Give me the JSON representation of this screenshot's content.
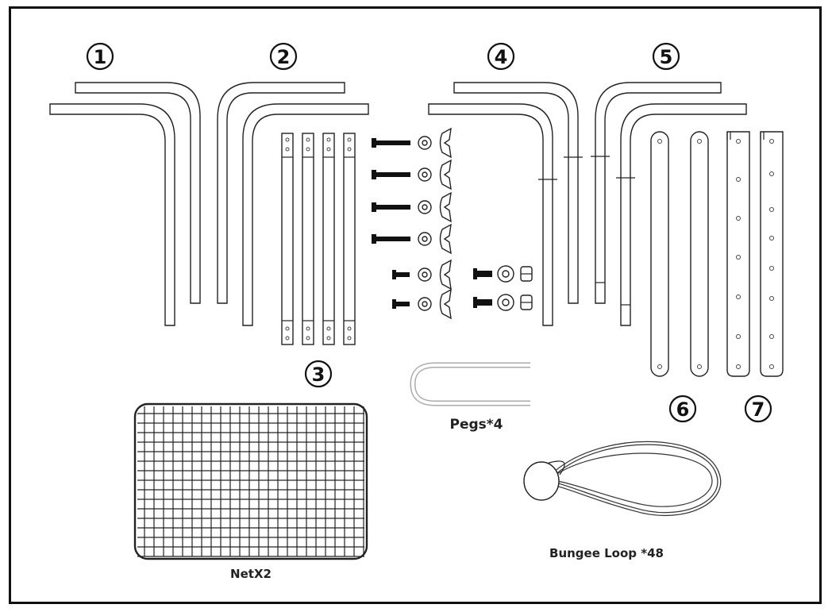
{
  "diagram": {
    "part_numbers": [
      "1",
      "2",
      "3",
      "4",
      "5",
      "6",
      "7"
    ],
    "labels": {
      "pegs": "Pegs*4",
      "bungee": "Bungee Loop *48",
      "net": "NetX2"
    },
    "icons": [
      "frame-tube-1",
      "frame-tube-2",
      "connector-bar-3",
      "frame-tube-4",
      "frame-tube-5",
      "strap-6",
      "perforated-bar-7",
      "bolt-icon",
      "washer-icon",
      "wing-nut-icon",
      "peg-icon",
      "bungee-loop-icon",
      "net-icon"
    ]
  }
}
